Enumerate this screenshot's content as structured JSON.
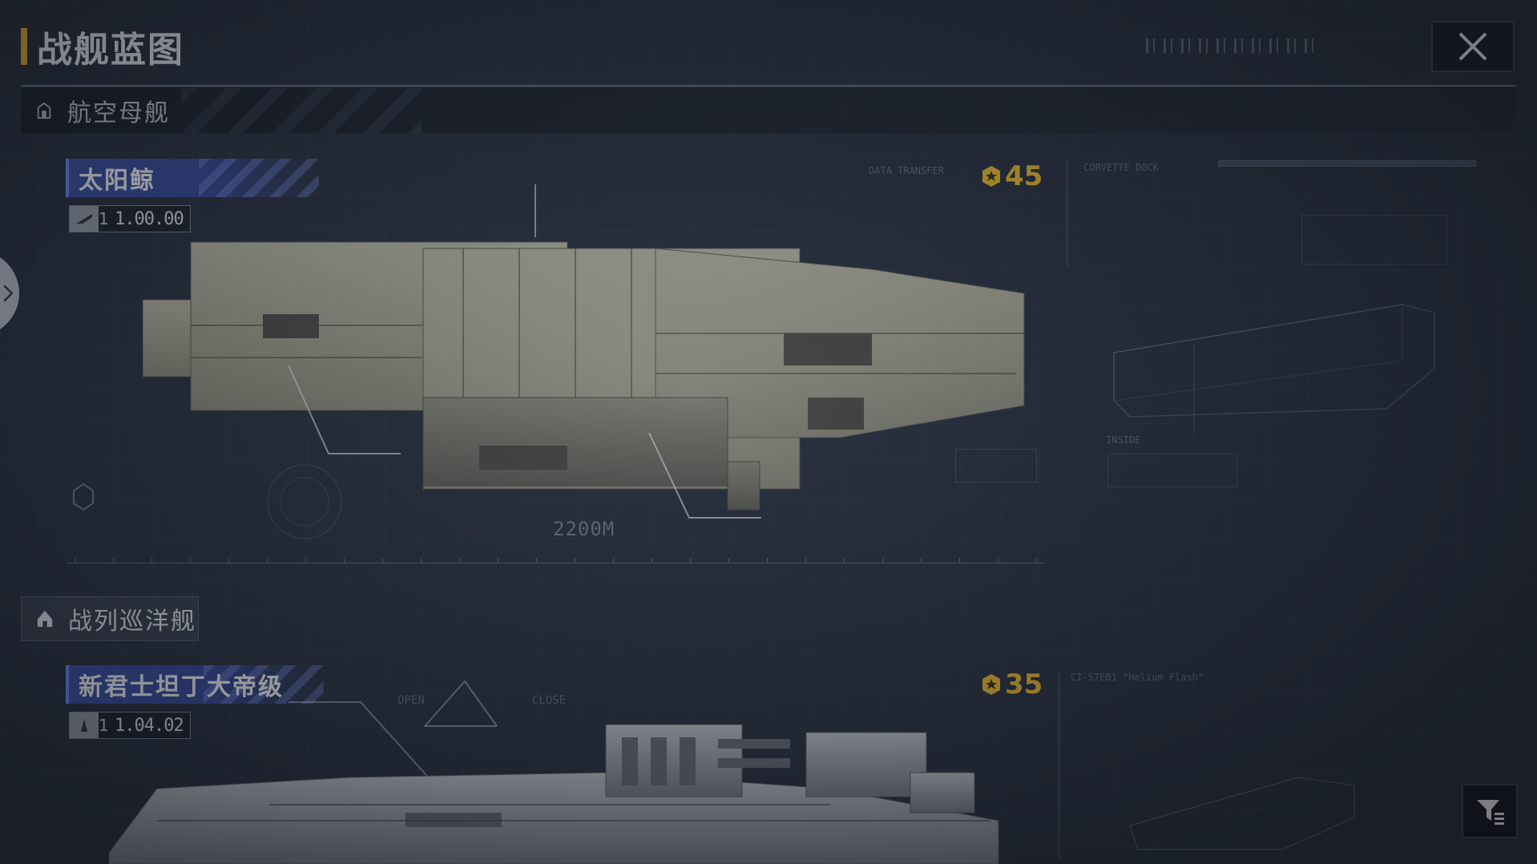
{
  "header": {
    "title": "战舰蓝图"
  },
  "categories": [
    {
      "label": "航空母舰"
    },
    {
      "label": "战列巡洋舰"
    }
  ],
  "ships": [
    {
      "name": "太阳鲸",
      "tier_mark": "1",
      "version": "1.00.00",
      "cost": "45"
    },
    {
      "name": "新君士坦丁大帝级",
      "tier_mark": "1",
      "version": "1.04.02",
      "cost": "35"
    }
  ],
  "blueprint": {
    "scale_label": "2200M",
    "label_corvette_dock": "CORVETTE DOCK",
    "label_data_transfer": "DATA TRANSFER",
    "label_inside": "INSIDE",
    "label_open": "OPEN",
    "label_close": "CLOSE",
    "label_ship2_code": "CI-S7E01 \"Helium Flash\""
  },
  "icons": {
    "close": "close-icon",
    "filter": "filter-icon",
    "carrier": "carrier-category-icon",
    "cruiser": "cruiser-category-icon",
    "currency": "medal-currency-icon",
    "expand": "chevron-right-icon"
  },
  "colors": {
    "accent_yellow": "#f0b429",
    "name_tag_blue": "#3a4fa8",
    "cost_gold": "#f2bf2a",
    "background": "#262d3a"
  }
}
